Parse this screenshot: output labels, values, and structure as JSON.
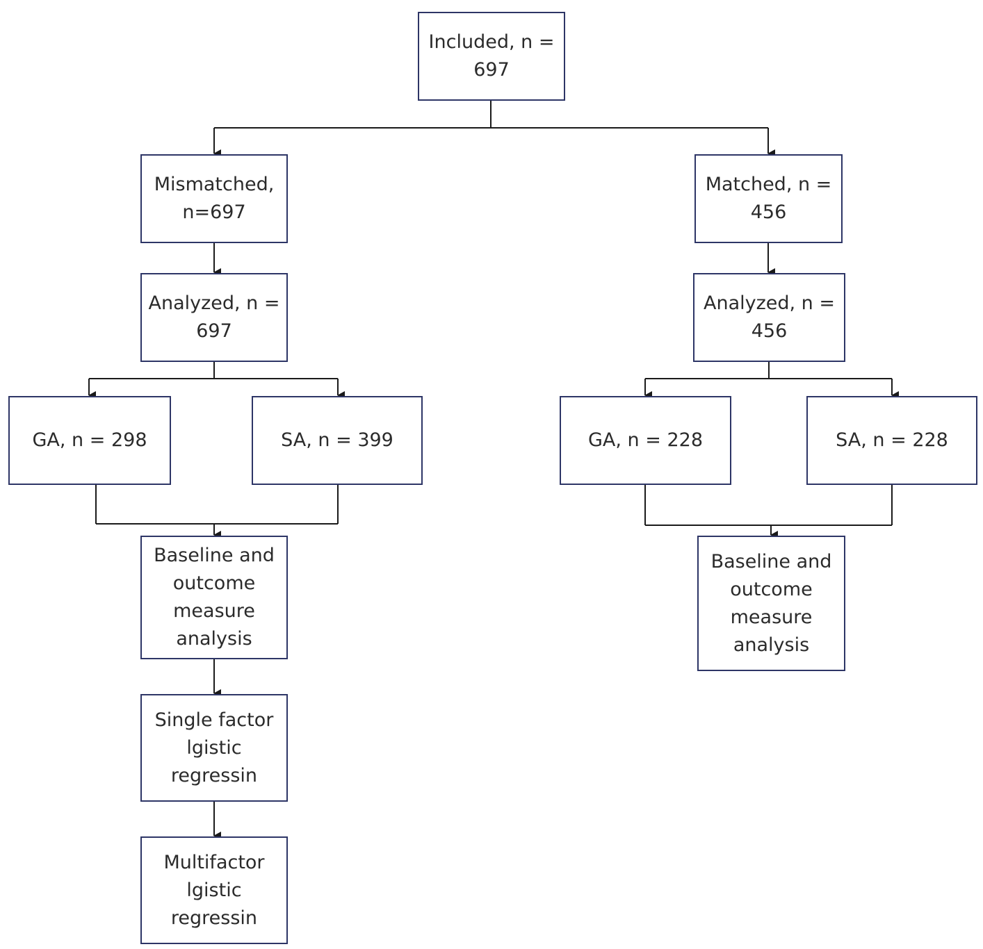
{
  "colors": {
    "box_border": "#2d3566",
    "connector": "#1a1a1a",
    "text": "#2b2b2b"
  },
  "nodes": {
    "included": "Included, n =\n697",
    "mismatched": "Mismatched,\nn=697",
    "matched": "Matched, n =\n456",
    "analyzed_left": "Analyzed, n =\n697",
    "analyzed_right": "Analyzed, n =\n456",
    "ga_left": "GA, n = 298",
    "sa_left": "SA, n = 399",
    "ga_right": "GA, n = 228",
    "sa_right": "SA, n = 228",
    "baseline_left": "Baseline and\noutcome\nmeasure\nanalysis",
    "baseline_right": "Baseline and\noutcome\nmeasure\nanalysis",
    "single_factor": "Single factor\nlgistic\nregressin",
    "multifactor": "Multifactor\nlgistic\nregressin"
  }
}
